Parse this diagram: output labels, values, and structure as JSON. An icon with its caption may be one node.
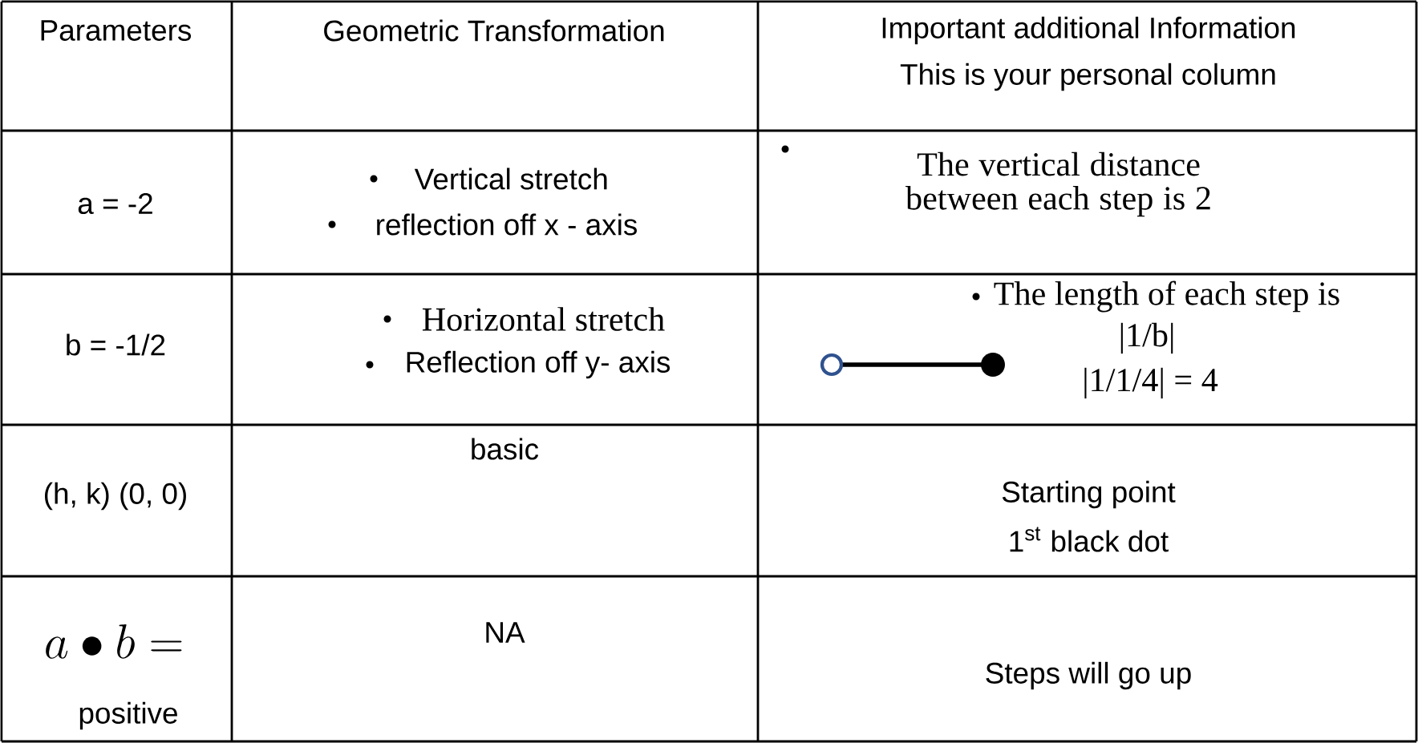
{
  "diagram": {
    "labels": [
      "Parameters",
      "Geometric Transformation",
      "Important additional Information",
      "This is your personal column",
      "a = -2",
      "Vertical stretch",
      "reflection off x - axis",
      "The vertical distance between each step is 2",
      "b = -1/2",
      "Horizontal stretch",
      "Reflection off y- axis",
      "The length of each step is",
      "|1/b|",
      "|1/1/4| = 4",
      "(h, k) (0, 0)",
      "basic",
      "Starting point",
      "1$^{st}$ black dot",
      "a \\bullet b =",
      "positive",
      "NA",
      "Steps will go up"
    ]
  }
}
